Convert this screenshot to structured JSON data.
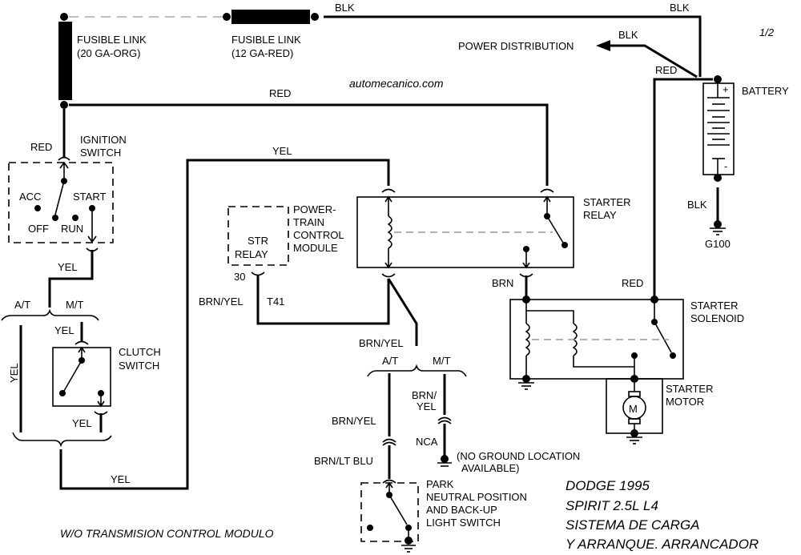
{
  "diagram": {
    "page_indicator": "1/2",
    "watermark": "automecanico.com",
    "footer_left": "W/O TRANSMISION CONTROL MODULO",
    "title_block": {
      "line1": "DODGE 1995",
      "line2": "SPIRIT  2.5L  L4",
      "line3": "SISTEMA DE CARGA",
      "line4": "Y ARRANQUE. ARRANCADOR"
    },
    "components": {
      "fusible_link_1": {
        "line1": "FUSIBLE LINK",
        "line2": "(20 GA-ORG)"
      },
      "fusible_link_2": {
        "line1": "FUSIBLE LINK",
        "line2": "(12 GA-RED)"
      },
      "power_distribution": "POWER DISTRIBUTION",
      "battery": {
        "label": "BATTERY",
        "plus": "+",
        "minus": "-"
      },
      "ground_g100": "G100",
      "ignition_switch": {
        "line1": "IGNITION",
        "line2": "SWITCH",
        "positions": [
          "ACC",
          "OFF",
          "RUN",
          "START"
        ]
      },
      "pcm": {
        "line1": "POWER-",
        "line2": "TRAIN",
        "line3": "CONTROL",
        "line4": "MODULE",
        "inner1": "STR",
        "inner2": "RELAY",
        "pin": "30",
        "terminal": "T41"
      },
      "starter_relay": {
        "line1": "STARTER",
        "line2": "RELAY"
      },
      "starter_solenoid": {
        "line1": "STARTER",
        "line2": "SOLENOID"
      },
      "starter_motor": {
        "line1": "STARTER",
        "line2": "MOTOR",
        "symbol": "M"
      },
      "clutch_switch": {
        "line1": "CLUTCH",
        "line2": "SWITCH"
      },
      "pnp_switch": {
        "line1": "PARK",
        "line2": "NEUTRAL POSITION",
        "line3": "AND BACK-UP",
        "line4": "LIGHT SWITCH"
      },
      "nca_ground": {
        "label": "NCA",
        "note1": "(NO GROUND LOCATION",
        "note2": "AVAILABLE)"
      }
    },
    "wire_labels": {
      "blk_top_left": "BLK",
      "blk_top_right": "BLK",
      "blk_power_dist": "BLK",
      "red_battery": "RED",
      "red_main": "RED",
      "red_ignition": "RED",
      "yel_ign_out": "YEL",
      "yel_top": "YEL",
      "yel_bottom": "YEL",
      "yel_at_vertical": "YEL",
      "yel_clutch_in": "YEL",
      "yel_clutch_out": "YEL",
      "brn_yel_pcm": "BRN/YEL",
      "brn": "BRN",
      "red_solenoid": "RED",
      "blk_ground": "BLK",
      "brn_yel_branch": "BRN/YEL",
      "brn_yel_mt_1": "BRN/",
      "brn_yel_mt_2": "YEL",
      "brn_yel_at": "BRN/YEL",
      "brn_lt_blu": "BRN/LT BLU"
    },
    "branch_labels": {
      "ign_at": "A/T",
      "ign_mt": "M/T",
      "pcm_at": "A/T",
      "pcm_mt": "M/T"
    }
  }
}
